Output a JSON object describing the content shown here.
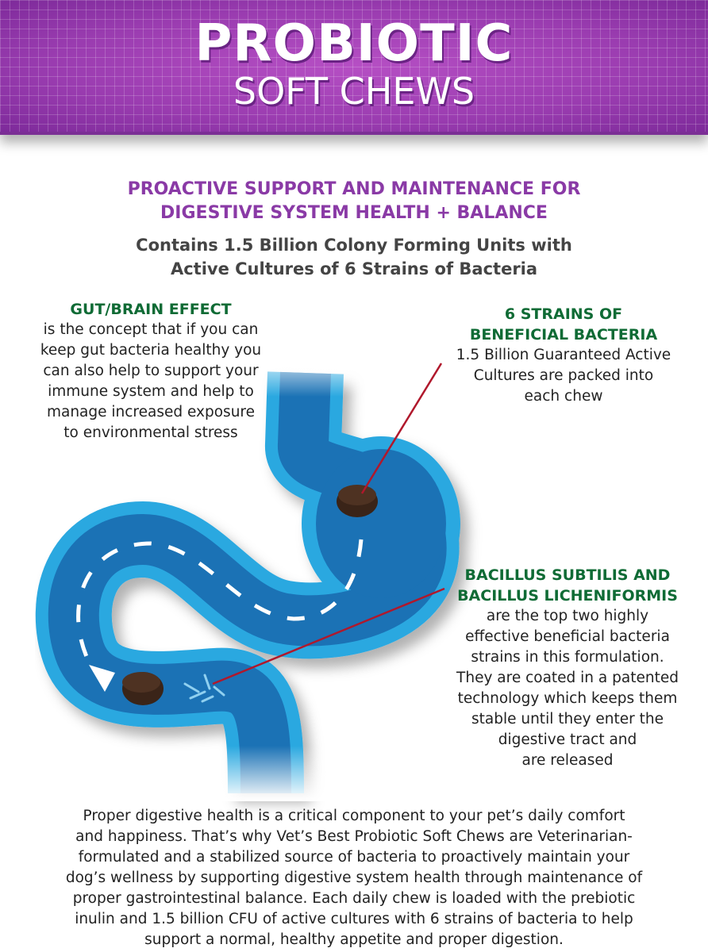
{
  "header": {
    "title": "PROBIOTIC",
    "subtitle": "SOFT CHEWS"
  },
  "tagline": {
    "line1": "PROACTIVE SUPPORT AND MAINTENANCE FOR",
    "line2": "DIGESTIVE SYSTEM HEALTH + BALANCE"
  },
  "summary": {
    "line1": "Contains 1.5 Billion Colony Forming Units with",
    "line2": "Active Cultures of 6 Strains of Bacteria"
  },
  "callouts": {
    "gut_brain": {
      "heading": "GUT/BRAIN EFFECT",
      "lines": [
        "is the concept that if you can",
        "keep gut bacteria healthy you",
        "can also help to support your",
        "immune system and help to",
        "manage increased exposure",
        "to environmental stress"
      ]
    },
    "strains": {
      "heading_lines": [
        "6 STRAINS OF",
        "BENEFICIAL BACTERIA"
      ],
      "lines": [
        "1.5 Billion Guaranteed Active",
        "Cultures are packed into",
        "each chew"
      ]
    },
    "bacillus": {
      "heading_lines": [
        "BACILLUS SUBTILIS AND",
        "BACILLUS LICHENIFORMIS"
      ],
      "lines": [
        "are the top two highly",
        "effective beneficial bacteria",
        "strains in this formulation.",
        "They are coated in a patented",
        "technology which keeps them",
        "stable until they enter the",
        "digestive tract and",
        "are released"
      ]
    }
  },
  "description": {
    "lines": [
      "Proper digestive health is a critical component to your pet’s daily comfort",
      "and happiness. That’s why Vet’s Best Probiotic Soft Chews are Veterinarian-",
      "formulated and a stabilized source of bacteria to proactively maintain your",
      "dog’s wellness by supporting digestive system health through maintenance of",
      "proper gastrointestinal balance. Each daily chew is loaded with the prebiotic",
      "inulin and 1.5 billion CFU of active cultures with 6 strains of bacteria to help",
      "support a normal, healthy appetite and proper digestion."
    ]
  },
  "colors": {
    "purple": "#a445b8",
    "green": "#0f6b35",
    "blue_outer": "#2ba8e0",
    "blue_inner": "#1b72b5",
    "pointer": "#b0182c"
  }
}
